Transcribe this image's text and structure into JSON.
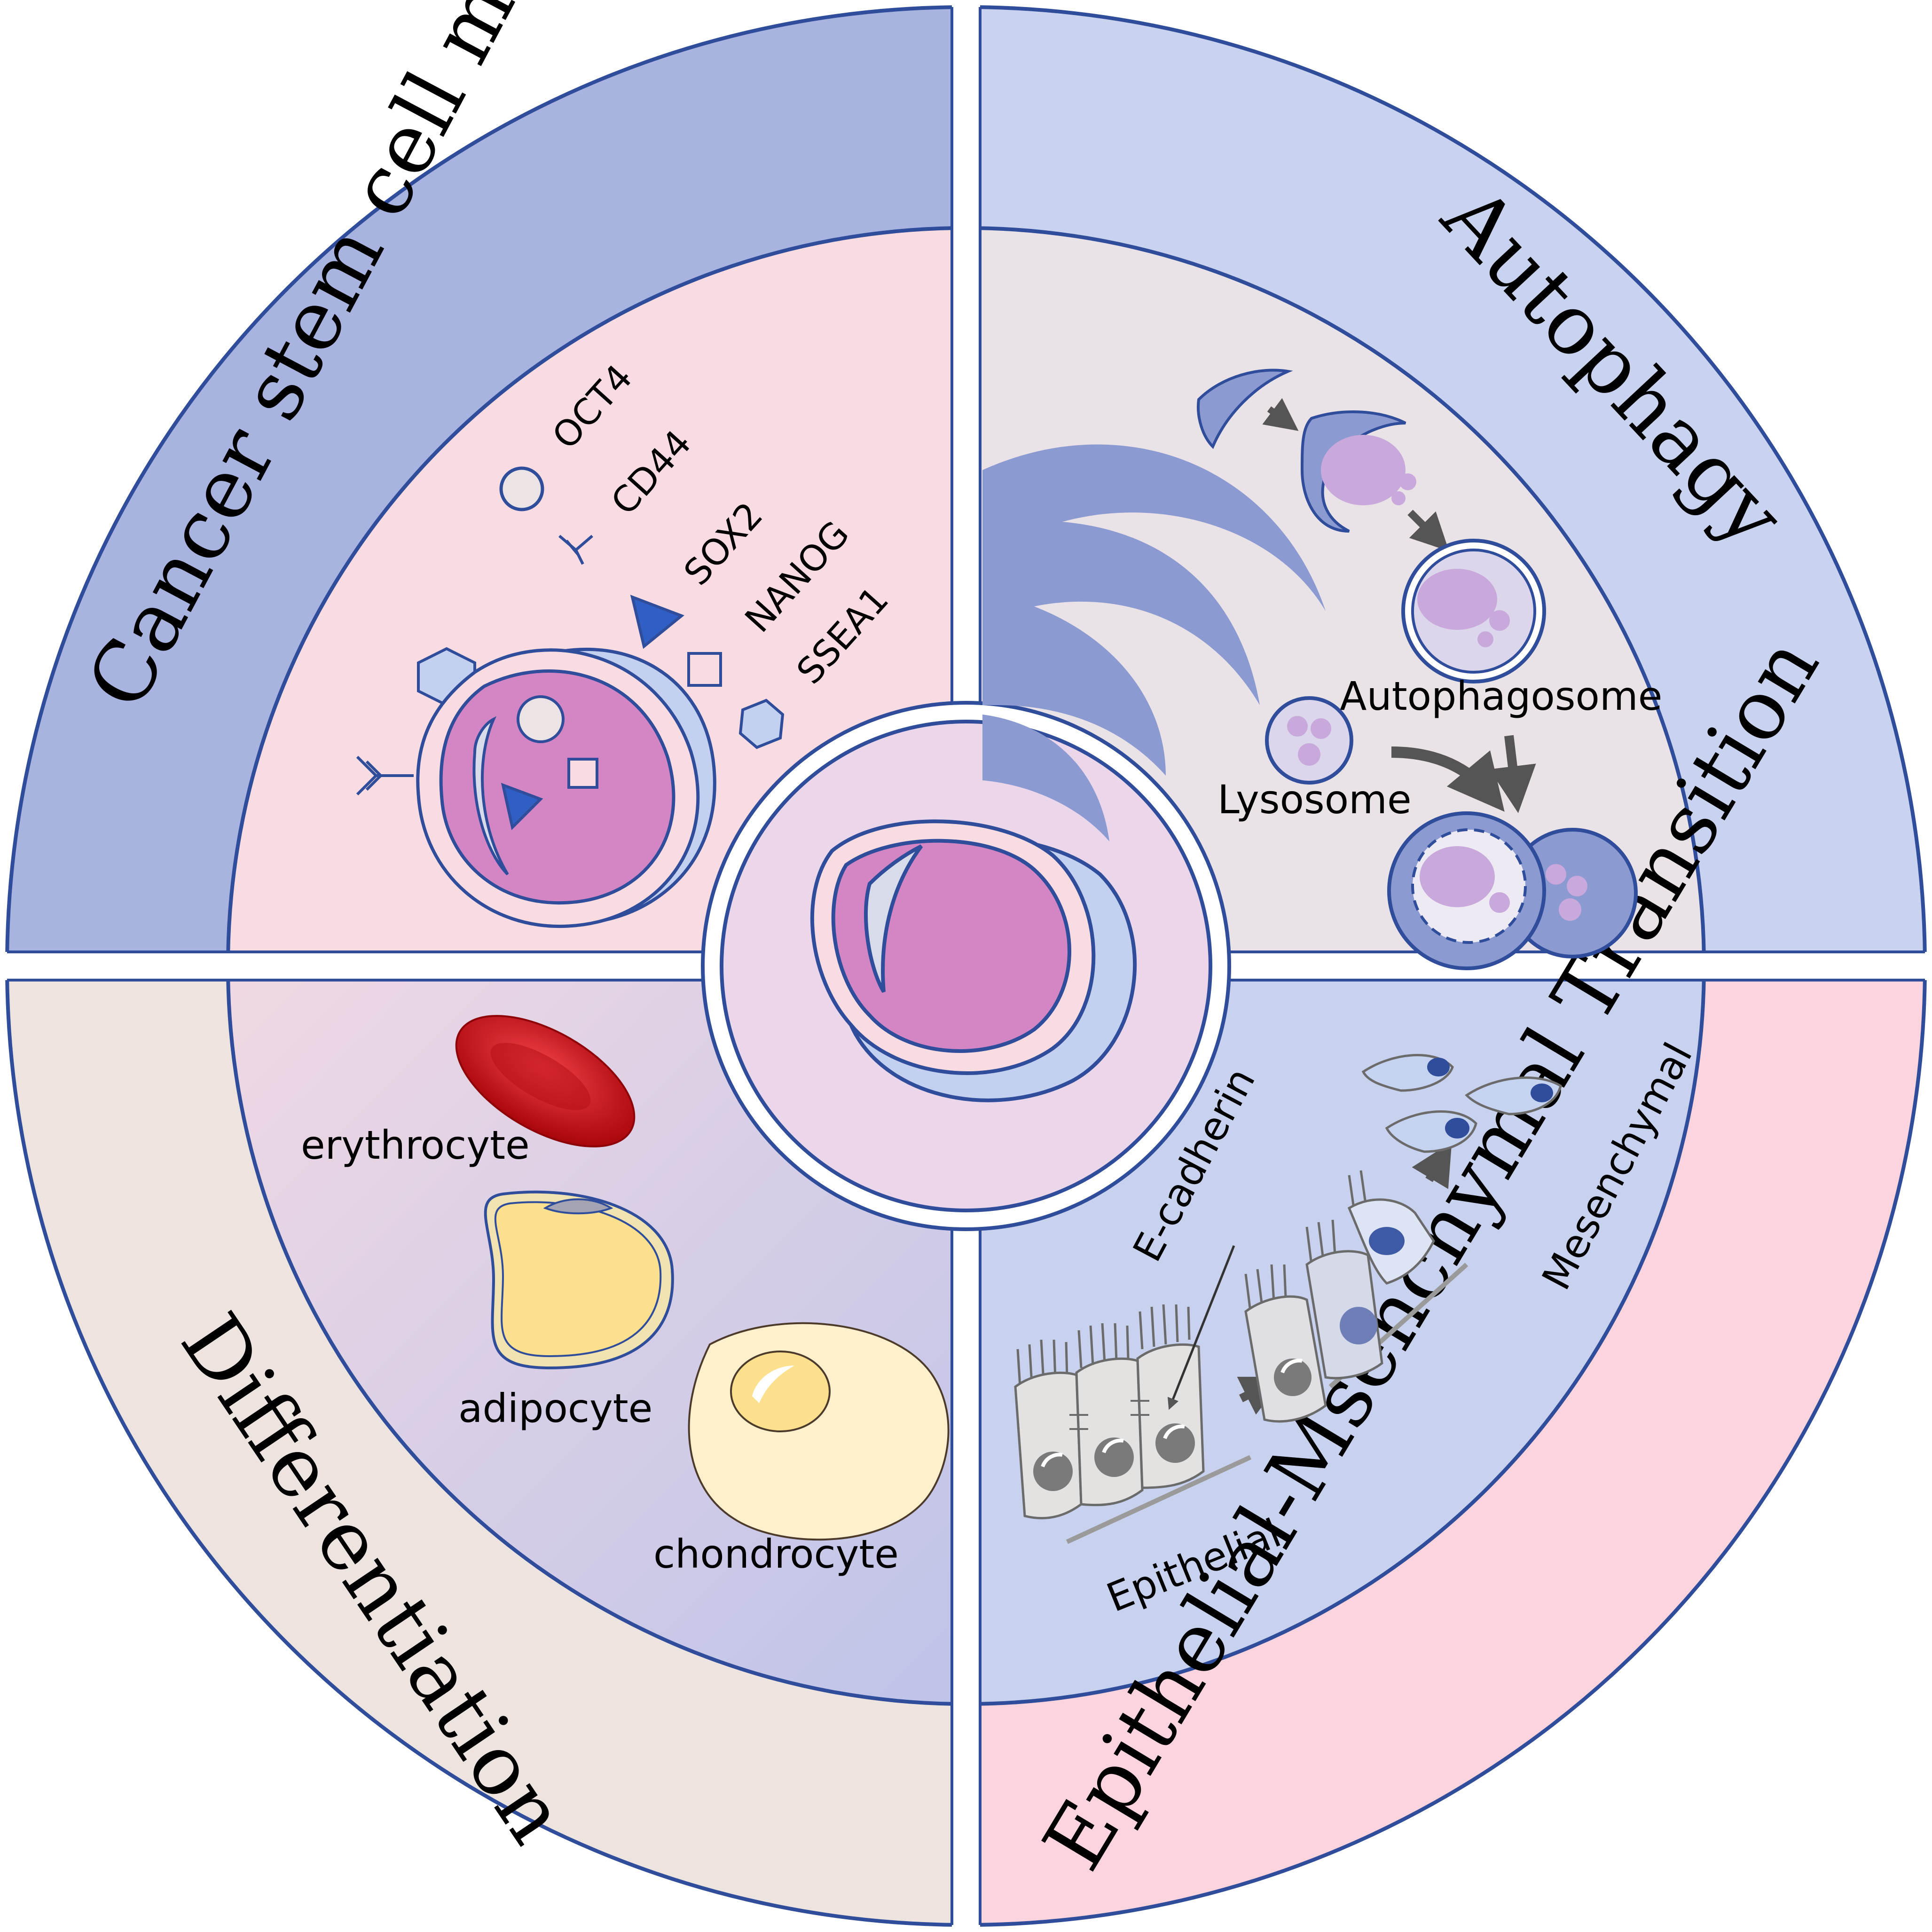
{
  "sections": {
    "markers": {
      "title": "Cancer stem cell markers",
      "items": [
        "OCT4",
        "CD44",
        "SOX2",
        "NANOG",
        "SSEA1"
      ],
      "colors": {
        "ring": "#a8b3e0",
        "panel": "#f8dce2",
        "nucleus": "#d486c4"
      }
    },
    "autophagy": {
      "title": "Autophagy",
      "labels": {
        "autophagosome": "Autophagosome",
        "lysosome": "Lysosome"
      },
      "colors": {
        "ring": "#c9d2ee",
        "panel": "#e9e2e6",
        "organelle": "#8c9ad2"
      }
    },
    "differentiation": {
      "title": "Differentiation",
      "cells": [
        "erythrocyte",
        "adipocyte",
        "chondrocyte"
      ],
      "colors": {
        "ring": "#ede3df",
        "panel": "#f4d9e2",
        "erythrocyte": "#d3141b",
        "adipocyte": "#fce08e",
        "chondrocyte": "#fdf0cc"
      }
    },
    "emt": {
      "title": "Epithelial-Msenchymal Transition",
      "labels": {
        "e_cadherin": "E-cadherin",
        "epithelial": "Epithelial",
        "mesenchymal": "Mesenchymal"
      },
      "colors": {
        "ring": "#fcd4dd",
        "panel": "#c8d2ee"
      }
    }
  },
  "center": {
    "colors": {
      "disc": "#ebd6ea",
      "nucleus": "#d486c4"
    }
  },
  "colors": {
    "outline": "#2f4d9a",
    "divider": "#ffffff"
  }
}
